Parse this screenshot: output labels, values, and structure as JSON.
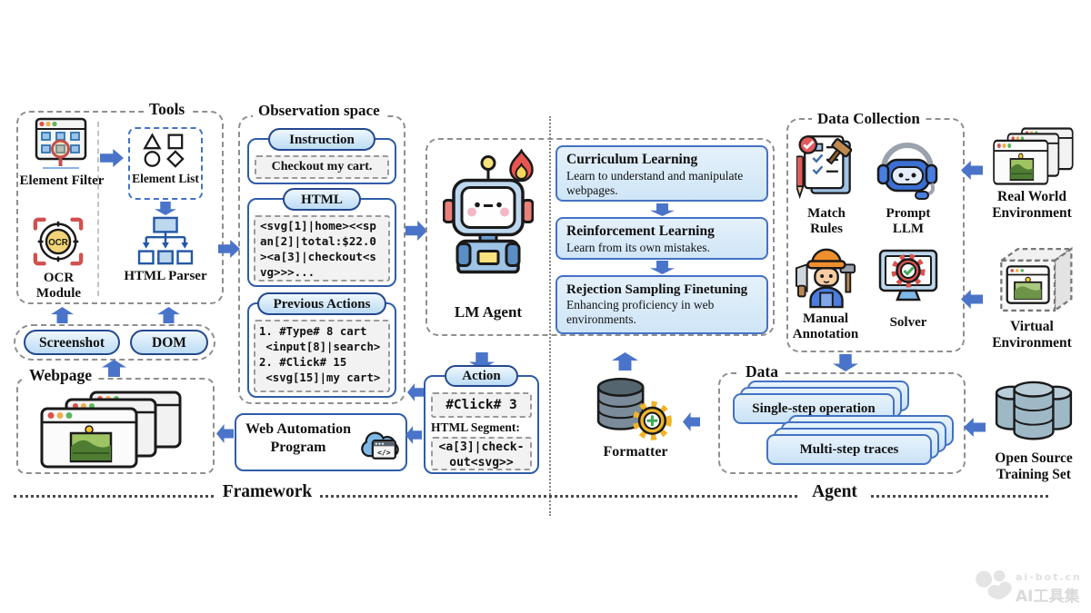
{
  "figure": {
    "framework_label": "Framework",
    "agent_label": "Agent"
  },
  "tools": {
    "title": "Tools",
    "element_filter_label": "Element Filter",
    "element_list_label": "Element List",
    "ocr_label": "OCR Module",
    "parser_label": "HTML Parser"
  },
  "inputs": {
    "screenshot": "Screenshot",
    "dom": "DOM"
  },
  "webpage": {
    "title": "Webpage"
  },
  "observation": {
    "title": "Observation space",
    "instruction_label": "Instruction",
    "instruction_text": "Checkout my cart.",
    "html_label": "HTML",
    "html_code": "<svg[1]|home><<sp\nan[2]|total:$22.0\n><a[3]|checkout<s\nvg>>>...",
    "prev_label": "Previous Actions",
    "prev_code": "1. #Type# 8 cart\n <input[8]|search>\n2. #Click# 15\n <svg[15]|my cart>"
  },
  "web_automation_label": "Web Automation Program",
  "action": {
    "label": "Action",
    "command": "#Click# 3",
    "segment_label": "HTML Segment:",
    "segment_code": "<a[3]|check-\nout<svg>>"
  },
  "lm_agent_label": "LM Agent",
  "strategies": [
    {
      "title": "Curriculum Learning",
      "desc": "Learn to understand and manipulate webpages."
    },
    {
      "title": "Reinforcement Learning",
      "desc": "Learn from its own mistakes."
    },
    {
      "title": "Rejection Sampling Finetuning",
      "desc": "Enhancing proficiency in web environments."
    }
  ],
  "data_collection": {
    "title": "Data Collection",
    "match_rules": "Match Rules",
    "prompt_llm": "Prompt LLM",
    "manual_annotation": "Manual Annotation",
    "solver": "Solver"
  },
  "environments": {
    "real": "Real World Environment",
    "virtual": "Virtual Environment"
  },
  "data": {
    "title": "Data",
    "single_step": "Single-step operation",
    "multi_step": "Multi-step traces"
  },
  "formatter_label": "Formatter",
  "open_source_label": "Open Source Training Set",
  "watermark": {
    "site": "ai-bot.cn",
    "name": "AI工具集"
  },
  "icons": {
    "element-filter-icon": "browser-with-magnifier",
    "element-list-icon": "geometric-shapes",
    "ocr-module-icon": "ocr-scan-circle",
    "html-parser-icon": "node-tree",
    "webpage-stack-icon": "stacked-browser-windows",
    "web-automation-icon": "cloud-code",
    "lm-agent-icon": "robot",
    "training-icon": "flame",
    "formatter-icon": "database-gear",
    "match-rules-icon": "checklist-gavel",
    "prompt-llm-icon": "robot-headset",
    "manual-annotation-icon": "construction-worker",
    "solver-icon": "monitor-gear-check",
    "real-world-environment-icon": "stacked-browser-windows",
    "virtual-environment-icon": "browser-in-dashed-cube",
    "open-source-icon": "database-cluster",
    "watermark-icon": "paw-print"
  },
  "colors": {
    "arrow": "#4a74c9",
    "box_border_blue": "#4472c4",
    "pill_border": "#24478f",
    "light_blue_fill": "#d7e9f9",
    "dashed_border": "#8f8f8f",
    "code_bg": "#f2f2f2"
  }
}
